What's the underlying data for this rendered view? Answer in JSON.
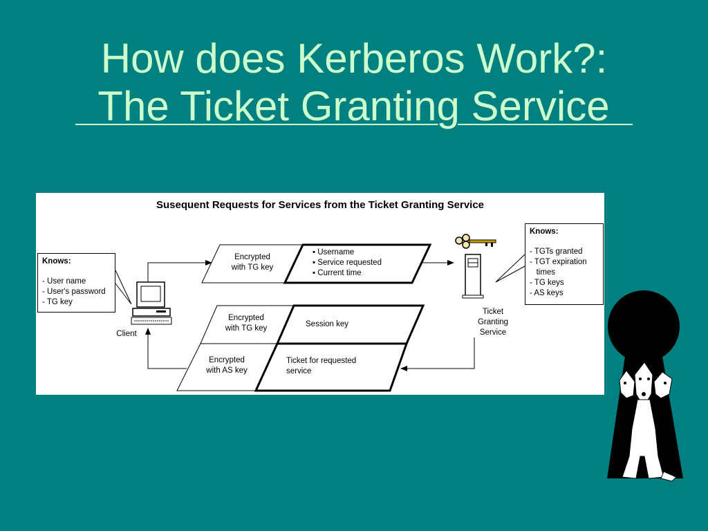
{
  "slide": {
    "title_line1": "How does Kerberos Work?:",
    "title_line2": "  The Ticket Granting Service  "
  },
  "diagram": {
    "title": "Susequent Requests for Services from the Ticket Granting Service",
    "client_knows": {
      "heading": "Knows:",
      "items": [
        "- User name",
        "- User's password",
        "- TG key"
      ]
    },
    "client_label": "Client",
    "server_knows": {
      "heading": "Knows:",
      "items": [
        "- TGTs granted",
        "- TGT expiration",
        "   times",
        "- TG keys",
        "- AS keys"
      ]
    },
    "server_label": [
      "Ticket",
      "Granting",
      "Service"
    ],
    "request": {
      "left_label": [
        "Encrypted",
        "with TG key"
      ],
      "right_items": [
        "Username",
        "Service requested",
        "Current time"
      ]
    },
    "reply_top": {
      "left_label": [
        "Encrypted",
        "with TG key"
      ],
      "right_label": "Session key"
    },
    "reply_bottom": {
      "left_label": [
        "Encrypted",
        "with AS key"
      ],
      "right_label": [
        "Ticket for requested",
        "service"
      ]
    }
  },
  "icons": [
    "computer-icon",
    "key-icon",
    "server-icon",
    "cerberus-keyhole-icon"
  ]
}
